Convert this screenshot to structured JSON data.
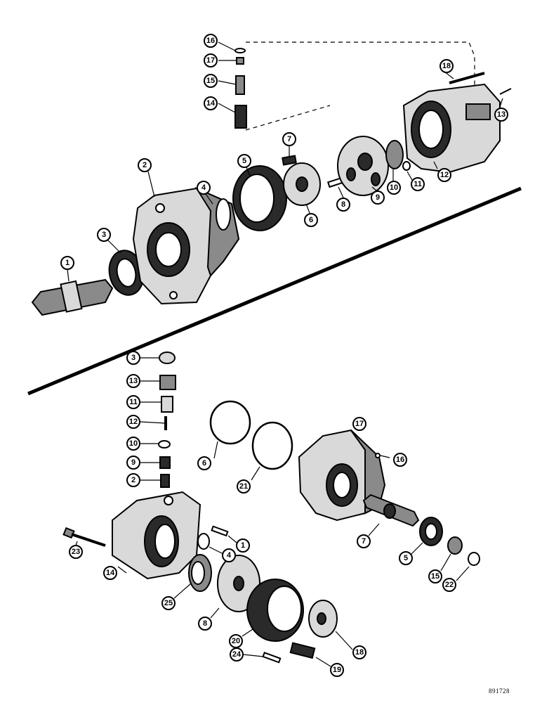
{
  "reference_code": "891728",
  "upper_assembly": {
    "callouts": [
      "1",
      "2",
      "3",
      "4",
      "5",
      "6",
      "7",
      "8",
      "9",
      "10",
      "11",
      "12",
      "13",
      "14",
      "15",
      "16",
      "17",
      "18"
    ]
  },
  "lower_assembly": {
    "callouts": [
      "1",
      "2",
      "3",
      "4",
      "5",
      "6",
      "7",
      "8",
      "9",
      "10",
      "11",
      "12",
      "13",
      "14",
      "15",
      "16",
      "17",
      "18",
      "19",
      "20",
      "21",
      "22",
      "23",
      "24",
      "25"
    ]
  }
}
